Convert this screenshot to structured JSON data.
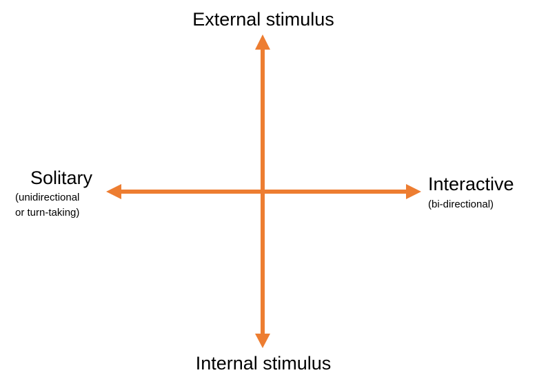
{
  "diagram": {
    "accent_color": "#ed7d31",
    "axes": {
      "vertical": {
        "top_label": "External stimulus",
        "bottom_label": "Internal stimulus"
      },
      "horizontal": {
        "left_label": "Solitary",
        "left_sublabel_line1": "(unidirectional",
        "left_sublabel_line2": "or turn-taking)",
        "right_label": "Interactive",
        "right_sublabel": "(bi-directional)"
      }
    }
  }
}
